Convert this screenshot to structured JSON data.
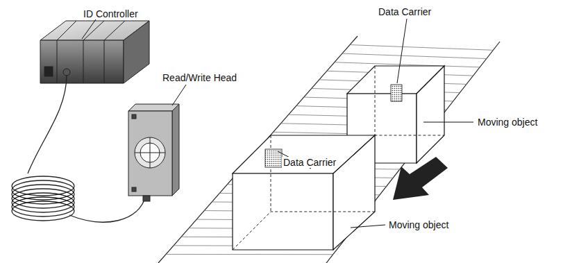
{
  "diagram": {
    "labels": [
      "ID Controller",
      "Read/Write Head",
      "Data Carrier",
      "Data Carrier",
      "Moving object",
      "Moving object"
    ]
  }
}
